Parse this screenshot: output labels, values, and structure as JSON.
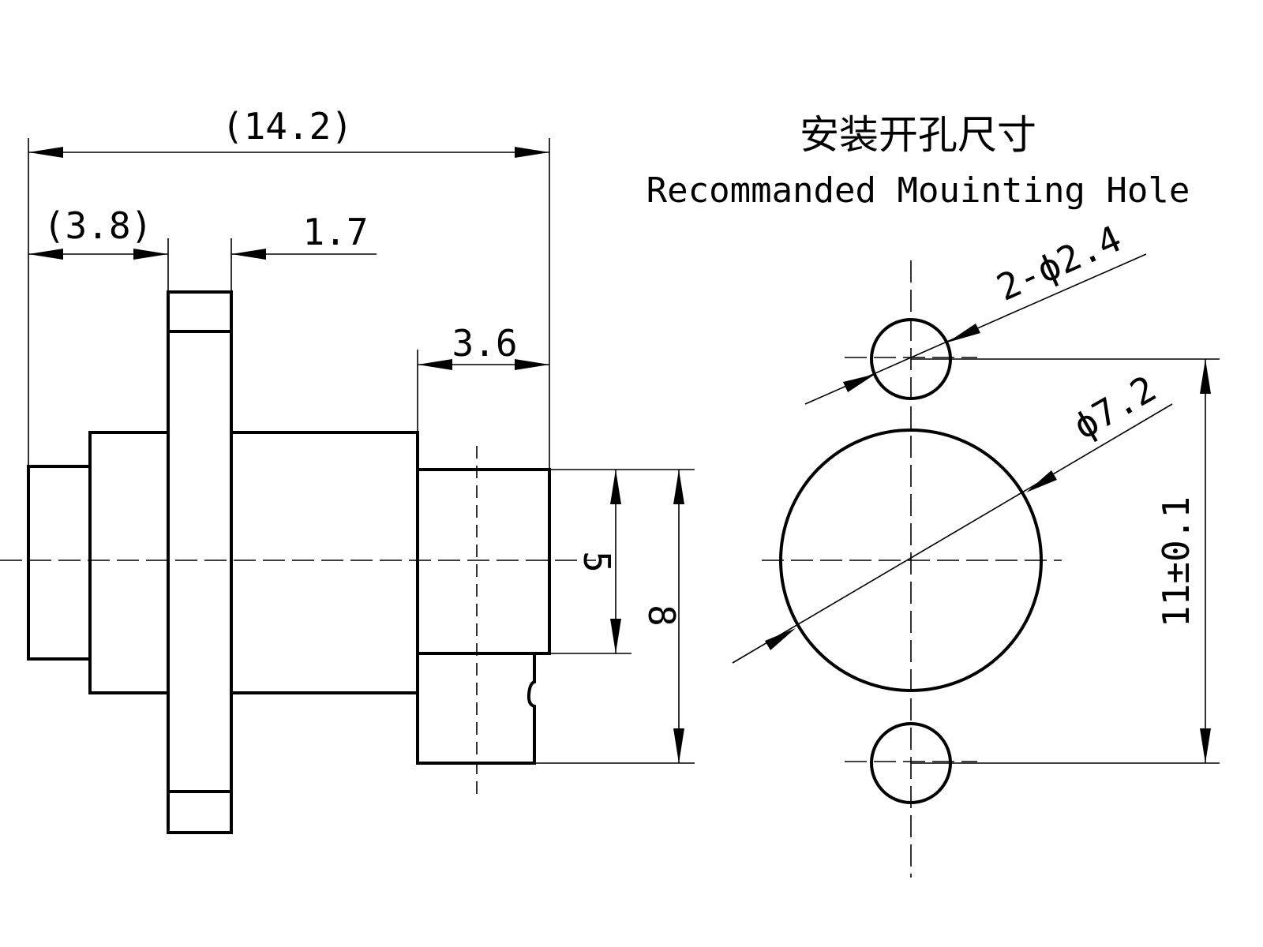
{
  "title": {
    "cn": "安装开孔尺寸",
    "en": "Recommanded Mouinting Hole"
  },
  "dimensions": {
    "overall_length": "(14.2)",
    "left_length": "(3.8)",
    "flange_thickness": "1.7",
    "right_length": "3.6",
    "small_diameter": "5",
    "large_diameter": "8",
    "hole_small": "2-ϕ2.4",
    "hole_large": "ϕ7.2",
    "hole_spacing": "11±0.1"
  }
}
